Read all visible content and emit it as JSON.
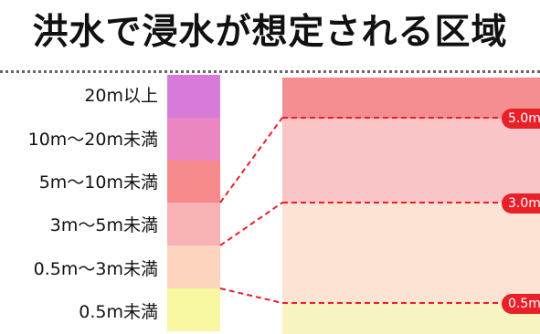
{
  "title": "洪水で浸水が想定される区域",
  "legend": [
    {
      "label": "20m以上",
      "color": "#d77bd9"
    },
    {
      "label": "10m〜20m未満",
      "color": "#ec86c3"
    },
    {
      "label": "5m〜10m未満",
      "color": "#f68a8b"
    },
    {
      "label": "3m〜5m未満",
      "color": "#f9b2b4"
    },
    {
      "label": "0.5m〜3m未満",
      "color": "#fdd4bd"
    },
    {
      "label": "0.5m未満",
      "color": "#f8f8a3"
    }
  ],
  "scene": {
    "band_colors": [
      "#f58e90",
      "#f9c5c6",
      "#fde3d3",
      "#f8f5c2"
    ],
    "markers": [
      "5.0m",
      "3.0m",
      "0.5m"
    ],
    "marker_color": "#e8202a"
  }
}
